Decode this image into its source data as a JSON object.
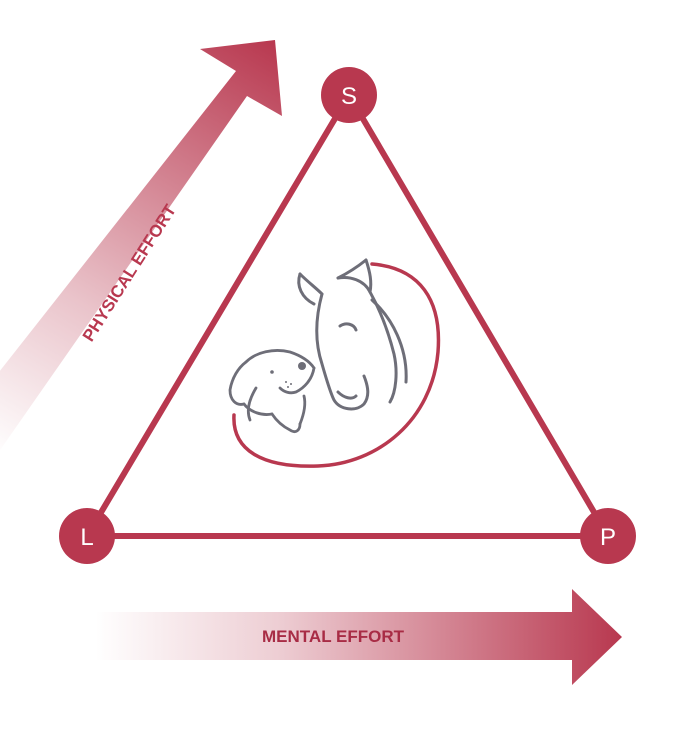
{
  "colors": {
    "accent": "#b8384f",
    "accent_dark": "#a82c45",
    "gray": "#6e6e78",
    "background": "#ffffff"
  },
  "vertices": {
    "top": "S",
    "left": "L",
    "right": "P"
  },
  "arrows": {
    "physical": "PHYSICAL EFFORT",
    "mental": "MENTAL EFFORT"
  },
  "center_icons": [
    "dog-icon",
    "horse-icon"
  ]
}
